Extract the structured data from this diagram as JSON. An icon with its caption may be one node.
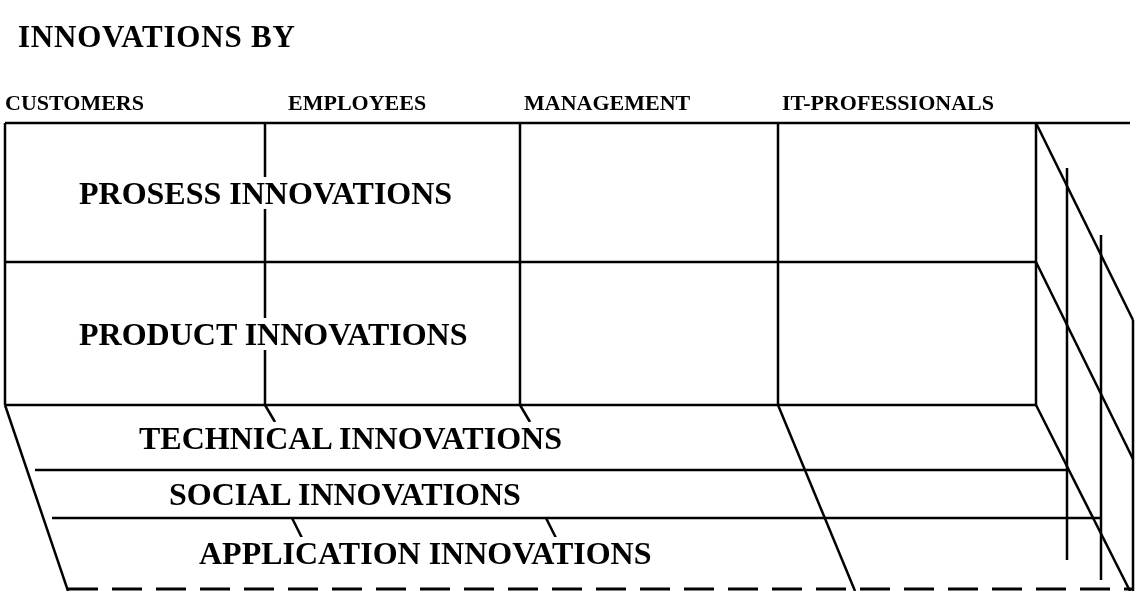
{
  "diagram": {
    "title": "INNOVATIONS BY",
    "nodes": [
      {
        "text": [
          "PROSESS INNOVATIONS"
        ]
      },
      {
        "text": [
          "PRODUCT INNOVATIONS"
        ]
      },
      {
        "text": [
          "TECHNICAL INNOVATIONS"
        ]
      },
      {
        "text": [
          "SOCIAL INNOVATIONS"
        ]
      },
      {
        "text": [
          "APPLICATION INNOVATIONS"
        ]
      }
    ],
    "labels": [
      "CUSTOMERS",
      "EMPLOYEES",
      "MANAGEMENT",
      "IT-PROFESSIONALS"
    ]
  }
}
